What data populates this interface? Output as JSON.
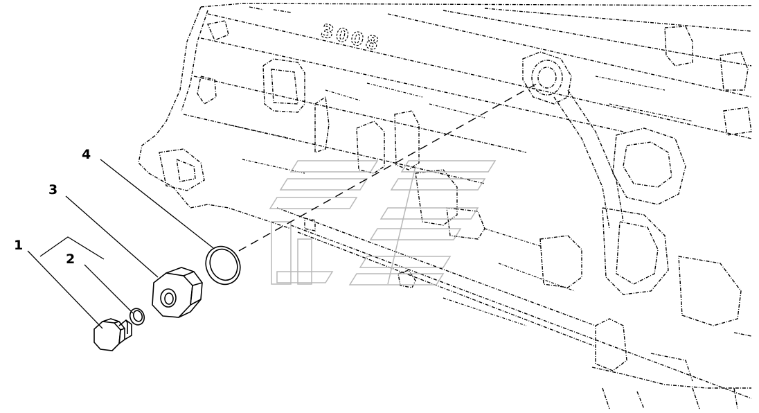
{
  "diagram": {
    "callouts": [
      {
        "id": "1",
        "label": "1"
      },
      {
        "id": "2",
        "label": "2"
      },
      {
        "id": "3",
        "label": "3"
      },
      {
        "id": "4",
        "label": "4"
      }
    ],
    "casting_mark": "3008",
    "parts": [
      "plug-bolt",
      "sealing-washer",
      "hex-adapter",
      "o-ring",
      "engine-block"
    ]
  }
}
